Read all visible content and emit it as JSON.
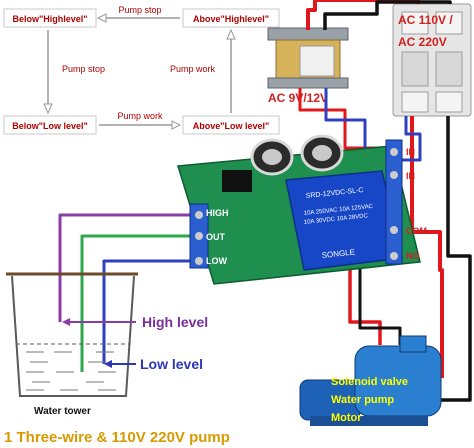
{
  "flow": {
    "below_high": "Below\"Highlevel\"",
    "above_high": "Above\"Highlevel\"",
    "below_low": "Below\"Low level\"",
    "above_low": "Above\"Low level\"",
    "pump_stop_top": "Pump stop",
    "pump_stop_left": "Pump stop",
    "pump_work_right": "Pump work",
    "pump_work_bottom": "Pump work"
  },
  "transformer": {
    "ac_label": "AC 9V/12V"
  },
  "breaker": {
    "line1": "AC 110V /",
    "line2": "AC 220V"
  },
  "board": {
    "high": "HIGH",
    "out": "OUT",
    "low": "LOW",
    "relay_top": "SRD-12VDC-SL-C",
    "relay_brand": "SONGLE",
    "relay_spec1": "10A 250VAC  10A 125VAC",
    "relay_spec2": "10A 30VDC  10A 28VDC",
    "term_in_plus": "IN",
    "term_in_minus": "IN",
    "term_com": "COM",
    "term_no": "NO"
  },
  "tank": {
    "high_level": "High level",
    "low_level": "Low level",
    "name": "Water tower"
  },
  "pump": {
    "line1": "Solenoid valve",
    "line2": "Water pump",
    "line3": "Motor"
  },
  "caption": "1 Three-wire & 110V 220V pump",
  "colors": {
    "flow_box": "#c8c8c8",
    "flow_arrow": "#9a9a9a",
    "flow_text": "#b00000",
    "wire_purple": "#8a3ca8",
    "wire_green": "#2ea84a",
    "wire_blue": "#2f3fbf",
    "wire_red": "#e0181b",
    "wire_black": "#111111",
    "pcb_green": "#1f8f4f",
    "relay_blue": "#1747c7",
    "tank_label_purple": "#7a2fa0",
    "tank_label_blue": "#2d36b5",
    "pump_text": "#ffff00",
    "caption": "#d89a00",
    "ac_label": "#d22020"
  }
}
